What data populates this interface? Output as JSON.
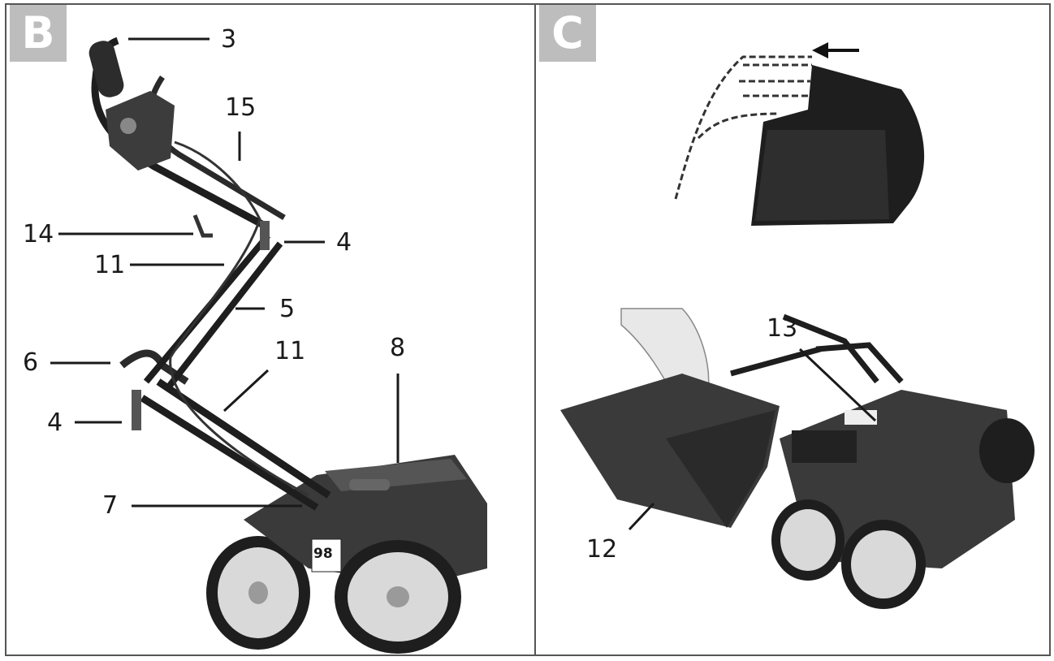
{
  "panels": [
    {
      "id": "B",
      "label": "B"
    },
    {
      "id": "C",
      "label": "C"
    }
  ],
  "callouts_b": {
    "c3": "3",
    "c15": "15",
    "c14": "14",
    "c4a": "4",
    "c11a": "11",
    "c5": "5",
    "c6": "6",
    "c11b": "11",
    "c8": "8",
    "c4b": "4",
    "c7": "7"
  },
  "callouts_c": {
    "c13": "13",
    "c12": "12"
  },
  "decal": "98",
  "colors": {
    "frame": "#555555",
    "badge": "#bdbdbd",
    "body": "#3a3a3a",
    "dark": "#1e1e1e",
    "wheel_hub": "#d9d9d9"
  }
}
